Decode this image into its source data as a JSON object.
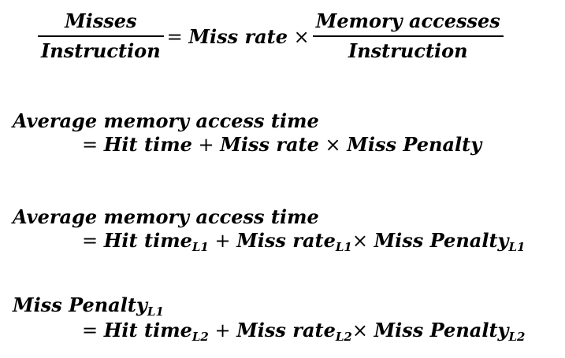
{
  "eq1": {
    "numerator": "Misses",
    "denominator": "Instruction",
    "equals": "=",
    "miss_rate": "Miss rate",
    "times": "×",
    "rhs_numerator": "Memory accesses",
    "rhs_denominator": "Instruction"
  },
  "eq2": {
    "lhs": "Average memory access time",
    "equals": "=",
    "hit_time": "Hit time",
    "plus": "+",
    "miss_rate": "Miss rate",
    "times": "×",
    "miss_penalty": "Miss Penalty"
  },
  "eq3": {
    "lhs": "Average memory access time",
    "equals": "=",
    "hit_time": "Hit time",
    "hit_time_sub": "L1",
    "plus": "+",
    "miss_rate": "Miss rate",
    "miss_rate_sub": "L1",
    "times": "×",
    "miss_penalty": "Miss Penalty",
    "miss_penalty_sub": "L1"
  },
  "eq4": {
    "lhs": "Miss Penalty",
    "lhs_sub": "L1",
    "equals": "=",
    "hit_time": "Hit time",
    "hit_time_sub": "L2",
    "plus": "+",
    "miss_rate": "Miss rate",
    "miss_rate_sub": "L2",
    "times": "×",
    "miss_penalty": "Miss Penalty",
    "miss_penalty_sub": "L2"
  }
}
